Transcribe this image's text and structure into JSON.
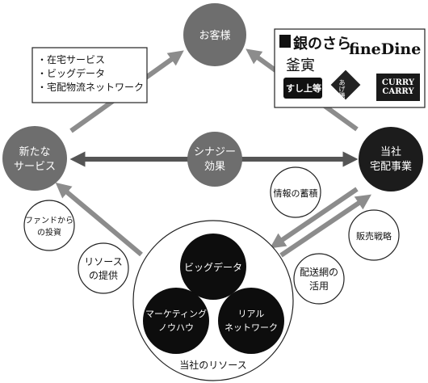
{
  "customer": "お客様",
  "new_service": [
    "新たな",
    "サービス"
  ],
  "synergy": [
    "シナジー",
    "効果"
  ],
  "delivery": [
    "当社",
    "宅配事業"
  ],
  "service_box_items": [
    "・在宅サービス",
    "・ビッグデータ",
    "・宅配物流ネットワーク"
  ],
  "brands": [
    "銀のさら",
    "fineDine",
    "釜寅",
    "あげ膳",
    "CURRY CARRY",
    "すし上等!"
  ],
  "resources_label": "当社のリソース",
  "resource_bigdata": "ビッグデータ",
  "resource_marketing": [
    "マーケティング",
    "ノウハウ"
  ],
  "resource_real": [
    "リアル",
    "ネットワーク"
  ],
  "bubble_fund": [
    "ファンドから",
    "の投資"
  ],
  "bubble_resource": [
    "リソース",
    "の提供"
  ],
  "bubble_info": "情報の蓄積",
  "bubble_sales": "販売戦略",
  "bubble_logistics": [
    "配送網の",
    "活用"
  ],
  "colors": {
    "arrow": "#8c8c8c",
    "dark_arrow": "#555555",
    "grey_node": "#6e6e6e",
    "dark_node": "#1c1c1c",
    "black_node": "#0d0d0d"
  }
}
